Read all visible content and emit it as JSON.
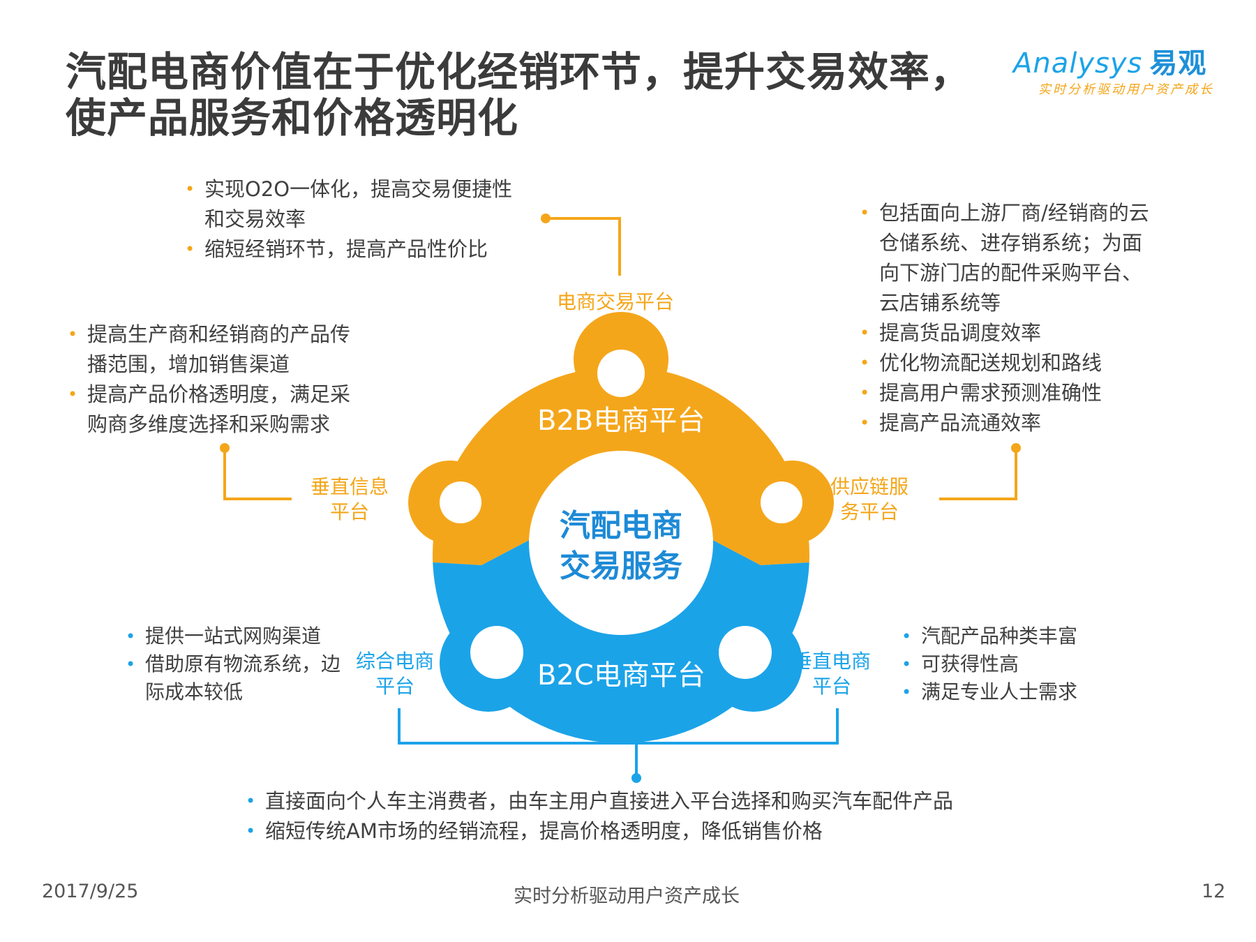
{
  "title": {
    "line1": "汽配电商价值在于优化经销环节，提升交易效率，",
    "line2": "使产品服务和价格透明化"
  },
  "logo": {
    "brand_latin": "Analysys",
    "brand_cn": "易观",
    "tagline": "实时分析驱动用户资产成长"
  },
  "diagram": {
    "center": {
      "line1": "汽配电商",
      "line2": "交易服务"
    },
    "b2b_label": "B2B电商平台",
    "b2c_label": "B2C电商平台",
    "labels": {
      "ecommerce_trade": "电商交易平台",
      "vertical_info_1": "垂直信息",
      "vertical_info_2": "平台",
      "supply_chain_1": "供应链服",
      "supply_chain_2": "务平台",
      "comprehensive_1": "综合电商",
      "comprehensive_2": "平台",
      "vertical_ec_1": "垂直电商",
      "vertical_ec_2": "平台"
    },
    "colors": {
      "orange": "#f4a61a",
      "blue": "#1ba3e8"
    }
  },
  "notes": {
    "top": [
      "实现O2O一体化，提高交易便捷性",
      "和交易效率",
      "缩短经销环节，提高产品性价比"
    ],
    "left": [
      "提高生产商和经销商的产品传",
      "播范围，增加销售渠道",
      "提高产品价格透明度，满足采",
      "购商多维度选择和采购需求"
    ],
    "right": [
      "包括面向上游厂商/经销商的云",
      "仓储系统、进存销系统；为面",
      "向下游门店的配件采购平台、",
      "云店铺系统等",
      "提高货品调度效率",
      "优化物流配送规划和路线",
      "提高用户需求预测准确性",
      "提高产品流通效率"
    ],
    "bottom_left": [
      "提供一站式网购渠道",
      "借助原有物流系统，边",
      "际成本较低"
    ],
    "bottom_right": [
      "汽配产品种类丰富",
      "可获得性高",
      "满足专业人士需求"
    ],
    "bottom": [
      "直接面向个人车主消费者，由车主用户直接进入平台选择和购买汽车配件产品",
      "缩短传统AM市场的经销流程，提高价格透明度，降低销售价格"
    ]
  },
  "footer": {
    "date": "2017/9/25",
    "slogan": "实时分析驱动用户资产成长",
    "page": "12"
  }
}
